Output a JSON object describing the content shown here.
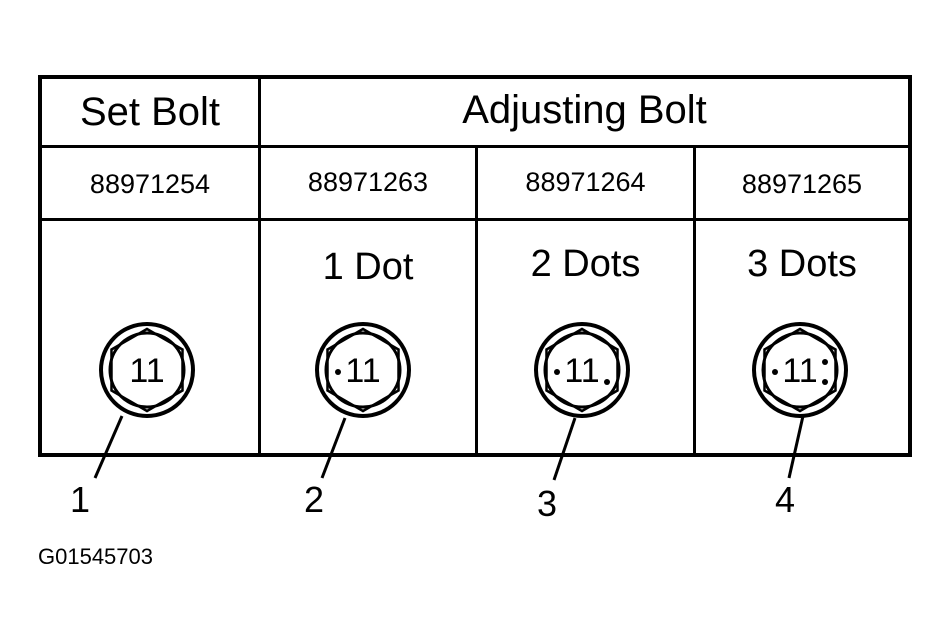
{
  "headers": {
    "set_bolt": "Set Bolt",
    "adjusting_bolt": "Adjusting Bolt"
  },
  "parts": [
    {
      "number": "88971254",
      "dot_label": "",
      "bolt_mark": "11",
      "dots_left": 0,
      "dots_right": 0,
      "callout": "1"
    },
    {
      "number": "88971263",
      "dot_label": "1 Dot",
      "bolt_mark": "11",
      "dots_left": 1,
      "dots_right": 0,
      "callout": "2"
    },
    {
      "number": "88971264",
      "dot_label": "2 Dots",
      "bolt_mark": "11",
      "dots_left": 1,
      "dots_right": 1,
      "callout": "3"
    },
    {
      "number": "88971265",
      "dot_label": "3 Dots",
      "bolt_mark": "11",
      "dots_left": 1,
      "dots_right": 2,
      "callout": "4"
    }
  ],
  "figure_id": "G01545703"
}
